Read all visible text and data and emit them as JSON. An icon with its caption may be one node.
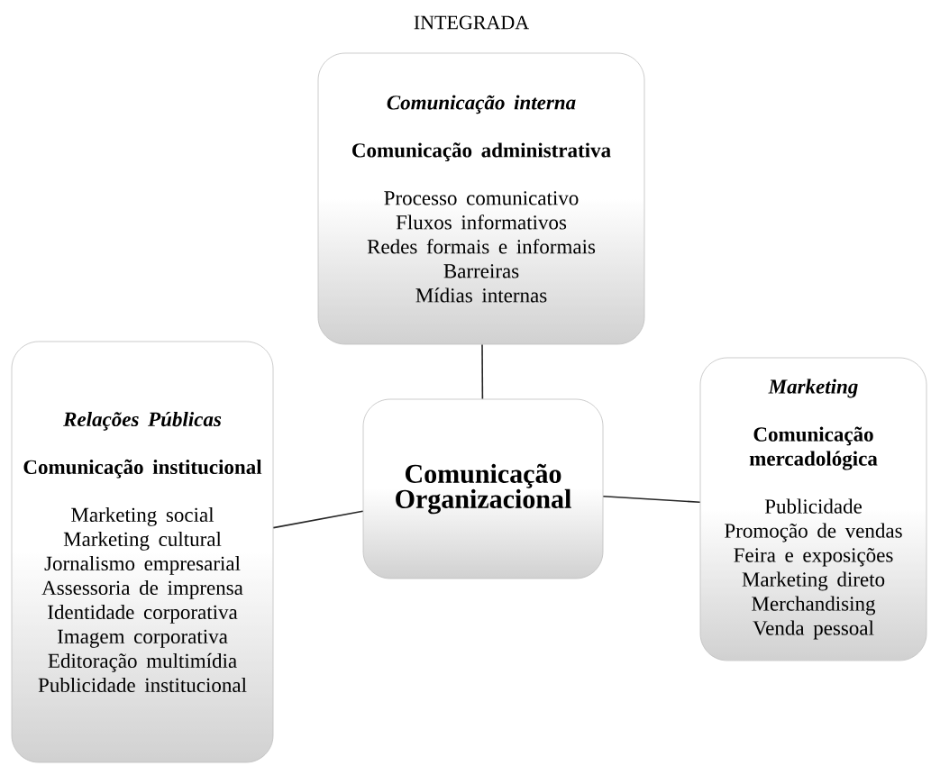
{
  "diagram": {
    "title": "INTEGRADA",
    "nodes": [
      {
        "text": [
          "Comunicação Organizacional"
        ]
      },
      {
        "text": [
          "Comunicação interna",
          "Comunicação administrativa",
          "Processo comunicativo",
          "Fluxos informativos",
          "Redes formais e informais",
          "Barreiras",
          "Mídias internas"
        ]
      },
      {
        "text": [
          "Relações Públicas",
          "Comunicação institucional",
          "Marketing social",
          "Marketing cultural",
          "Jornalismo empresarial",
          "Assessoria de imprensa",
          "Identidade corporativa",
          "Imagem corporativa",
          "Editoração multimídia",
          "Publicidade institucional"
        ]
      },
      {
        "text": [
          "Marketing",
          "Comunicação mercadológica",
          "Publicidade",
          "Promoção de vendas",
          "Feira e exposições",
          "Marketing direto",
          "Merchandising",
          "Venda pessoal"
        ]
      }
    ],
    "edges": [
      {
        "from": 0,
        "to": 1,
        "arrow": "none"
      },
      {
        "from": 0,
        "to": 2,
        "arrow": "none"
      },
      {
        "from": 0,
        "to": 3,
        "arrow": "none"
      }
    ]
  }
}
